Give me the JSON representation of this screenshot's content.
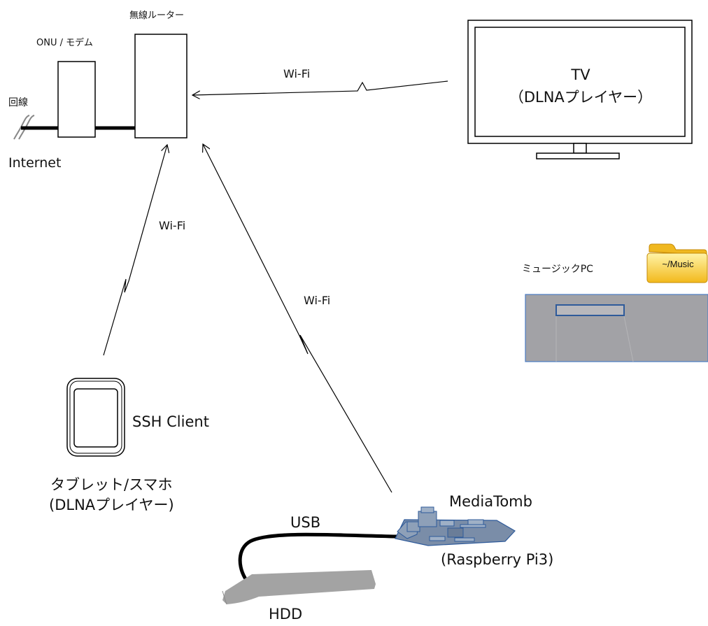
{
  "router": {
    "label": "無線ルーター"
  },
  "modem": {
    "label": "ONU / モデム"
  },
  "line": {
    "label": "回線",
    "internet": "Internet"
  },
  "tv": {
    "title": "TV",
    "subtitle": "（DLNAプレイヤー）"
  },
  "pc": {
    "label": "ミュージックPC",
    "folder": "~/Music",
    "folder_color": "#f5c518"
  },
  "tablet": {
    "client": "SSH Client",
    "label1": "タブレット/スマホ",
    "label2": "(DLNAプレイヤー)"
  },
  "pi": {
    "software": "MediaTomb",
    "model": "(Raspberry Pi3)"
  },
  "hdd": {
    "label": "HDD"
  },
  "cable": {
    "label": "USB"
  },
  "links": {
    "tv_router": "Wi-Fi",
    "tablet_router": "Wi-Fi",
    "pi_router": "Wi-Fi"
  },
  "colors": {
    "board": "#7a8da8",
    "board_stroke": "#2e5a9a",
    "hdd": "#a3a3a3",
    "pc_body": "#a2a2a6",
    "pc_stroke": "#4a7cc4"
  }
}
